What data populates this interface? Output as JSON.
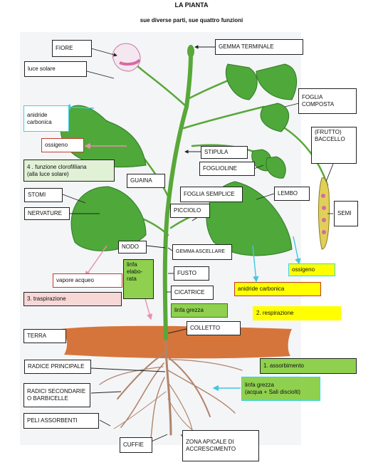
{
  "header": {
    "title": "LA PIANTA",
    "subtitle": "sue diverse parti, sue quattro funzioni"
  },
  "labels": {
    "fiore": "FIORE",
    "gemma_terminale": "GEMMA TERMINALE",
    "luce_solare": "luce solare",
    "anidride_carbonica_in": "anidride\ncarbonica",
    "foglia_composta": "FOGLIA\nCOMPOSTA",
    "frutto_baccello": "(FRUTTO)\nBACCELLO",
    "ossigeno_top": "ossigeno",
    "stipula": "STIPULA",
    "fogliolina": "FOGLIOLINE",
    "funzione_clorofilliana": "4 . funzione clorofilliana\n(alla luce solare)",
    "guaina": "GUAINA",
    "stomi": "STOMI",
    "foglia_semplice": "FOGLIA SEMPLICE",
    "lembo": "LEMBO",
    "nervature": "NERVATURE",
    "picciolo": "PICCIOLO",
    "semi": "SEMI",
    "nodo": "NODO",
    "gemma_ascellare": "GEMMA ASCELLARE",
    "linfa_elaborata": "linfa\nelabo-\nrata",
    "vapore_acqueo": "vapore acqueo",
    "fusto": "FUSTO",
    "ossigeno_right": "ossigeno",
    "anidride_carbonica_out": "anidride carbonica",
    "traspirazione": "3.  traspirazione",
    "cicatrice": "CICATRICE",
    "linfa_grezza": "linfa grezza",
    "respirazione": "2. respirazione",
    "colletto": "COLLETTO",
    "terra": "TERRA",
    "assorbimento": "1. assorbimento",
    "radice_principale": "RADICE PRINCIPALE",
    "linfa_grezza_acqua": "linfa grezza\n(acqua + Sali disciolti)",
    "radici_secondarie": "RADICI SECONDARIE\nO BARBICELLE",
    "peli_assorbenti": "PELI ASSORBENTI",
    "cuffie": "CUFFIE",
    "zona_apicale": "ZONA APICALE DI\nACCRESCIMENTO"
  },
  "colors": {
    "leaf": "#4fa83a",
    "leaf_dark": "#2f7a25",
    "stem": "#58a838",
    "soil": "#d2692a",
    "root": "#b0846a",
    "flower": "#e7a6cc",
    "pod": "#e0d05a",
    "yellow_box": "#ffff00",
    "green_box": "#8fd14f",
    "pink_box": "#f8d7d7",
    "cyan_border": "#38d4e6",
    "red_border": "#c0392b",
    "arrow_pink": "#e890a8",
    "arrow_cyan": "#43c6e0"
  }
}
